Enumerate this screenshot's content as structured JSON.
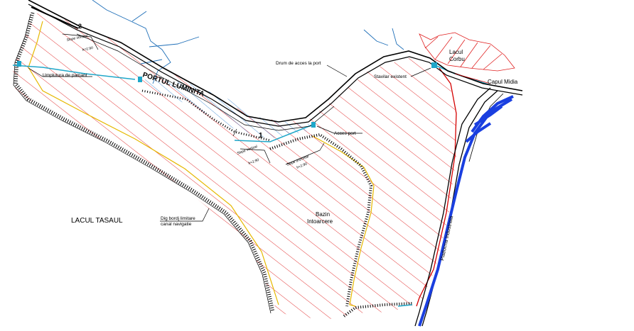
{
  "labels": {
    "portul_luminita": "PORTUL LUMINITA",
    "umplutura": "Umplutura de pamant",
    "drum": "Drum de acces la port",
    "stavilar": "Stavilar existent",
    "lacul_corbu_1": "Lacul",
    "lacul_corbu_2": "Corbu",
    "capul_midia": "Capul Midia",
    "acces_port": "Acces port",
    "lacul_tasaul": "LACUL TASAUL",
    "dig_1": "Dig bordj limitare",
    "dig_2": "canal navigatie",
    "bazin_1": "Bazin",
    "bazin_2": "Intoarcere",
    "platforma": "Platforma Industriala",
    "mark_1": "1",
    "mark_2": "2",
    "slope_a_1": "Slope vertical",
    "slope_a_2": "h=1:90",
    "slope_b_1": "Slope vertical",
    "slope_b_2": "h=1:90",
    "slope_c_1": "Slope orizontal",
    "slope_c_2": "h=1:90"
  },
  "colors": {
    "hatch_main": "#e02020",
    "hatch_water": "#2a7fd0",
    "embankment": "#000000",
    "fill_edge": "#e6b800",
    "water_line": "#1fa7c9",
    "blue_road": "#1a3fe0",
    "red_boundary": "#d40000"
  }
}
